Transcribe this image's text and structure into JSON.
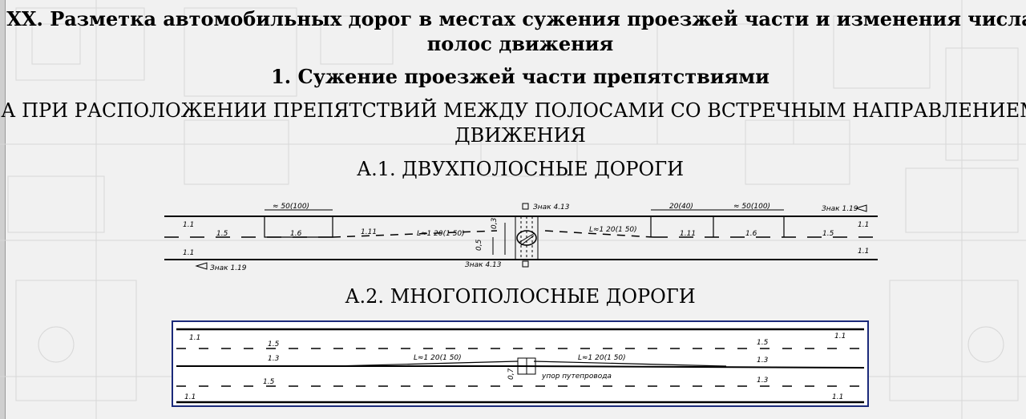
{
  "document": {
    "heading_main": "XX. Разметка автомобильных дорог в местах сужения проезжей части и изменения числа полос движения",
    "heading_section": "1. Сужение проезжей части препятствиями",
    "heading_subsection": "А ПРИ РАСПОЛОЖЕНИИ ПРЕПЯТСТВИЙ МЕЖДУ ПОЛОСАМИ СО ВСТРЕЧНЫМ НАПРАВЛЕНИЕМ ДВИЖЕНИЯ",
    "caption_a1": "А.1. ДВУХПОЛОСНЫЕ ДОРОГИ",
    "caption_a2": "А.2. МНОГОПОЛОСНЫЕ ДОРОГИ"
  },
  "diagram_a1": {
    "dim_left": "≈ 50(100)",
    "dim_right_1": "20(40)",
    "dim_right_2": "≈ 50(100)",
    "sign_top": "Знак 4.13",
    "sign_bottom": "Знак 4.13",
    "sign_left": "Знак 1.19",
    "sign_right": "Знак 1.19",
    "taper_left": "L≈1 20(1 50)",
    "taper_right": "L≈1 20(1 50)",
    "label_0_3": "0,3",
    "label_0_5": "0,5",
    "mark_1_1_tl": "1.1",
    "mark_1_1_bl": "1.1",
    "mark_1_5_l": "1.5",
    "mark_1_6_l": "1.6",
    "mark_1_11_l": "1.11",
    "mark_1_11_r": "1.11",
    "mark_1_6_r": "1.6",
    "mark_1_5_r": "1.5",
    "mark_1_1_tr": "1.1",
    "mark_1_1_br": "1.1"
  },
  "diagram_a2": {
    "mark_1_1_tl": "1.1",
    "mark_1_5_tl": "1.5",
    "mark_1_3_l": "1.3",
    "mark_1_5_bl": "1.5",
    "mark_1_1_bl": "1.1",
    "taper_left": "L≈1 20(1 50)",
    "taper_right": "L≈1 20(1 50)",
    "label_0_7": "0,7",
    "support_label": "упор путепровода",
    "mark_1_1_tr": "1.1",
    "mark_1_5_tr": "1.5",
    "mark_1_3_r": "1.3",
    "mark_1_3_br": "1.3",
    "mark_1_1_br": "1.1"
  }
}
